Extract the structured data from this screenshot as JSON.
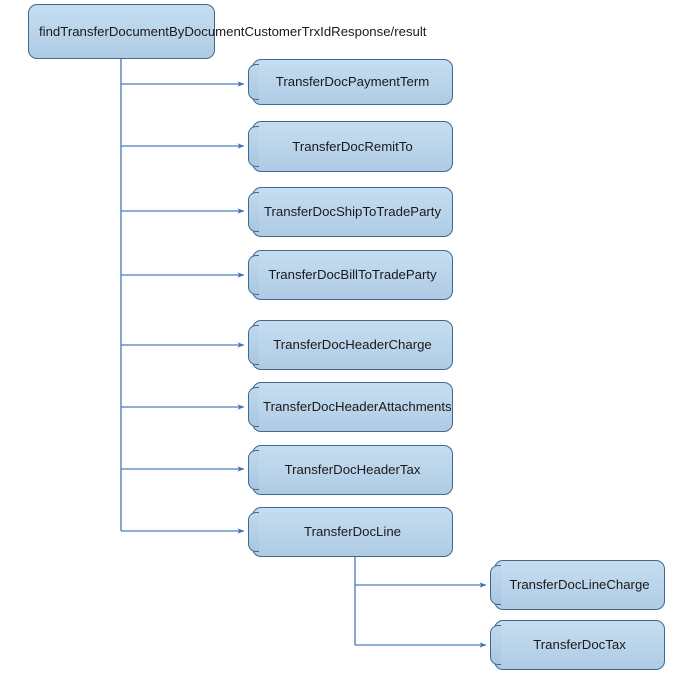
{
  "diagram": {
    "title": "findTransferDocumentByDocumentCustomerTrxIdResponse/result structure",
    "type": "tree-hierarchy",
    "colors": {
      "node_fill": "#bcd6ea",
      "node_border": "#40698f",
      "edge_line": "#4a7ebb",
      "background": "#ffffff",
      "text": "#1a1a1a"
    },
    "root": {
      "id": "root",
      "label": "findTransferDocumentByDocumentCustomerTrxIdResponse/result"
    },
    "nodes": [
      {
        "id": "root",
        "label": "findTransferDocumentByDocumentCustomerTrxIdResponse/result",
        "level": 0
      },
      {
        "id": "payment-term",
        "label": "TransferDocPaymentTerm",
        "level": 1
      },
      {
        "id": "remit-to",
        "label": "TransferDocRemitTo",
        "level": 1
      },
      {
        "id": "ship-to-trade",
        "label": "TransferDocShipToTradeParty",
        "level": 1
      },
      {
        "id": "bill-to-trade",
        "label": "TransferDocBillToTradeParty",
        "level": 1
      },
      {
        "id": "header-charge",
        "label": "TransferDocHeaderCharge",
        "level": 1
      },
      {
        "id": "header-attachments",
        "label": "TransferDocHeaderAttachments",
        "level": 1
      },
      {
        "id": "header-tax",
        "label": "TransferDocHeaderTax",
        "level": 1
      },
      {
        "id": "line",
        "label": "TransferDocLine",
        "level": 1
      },
      {
        "id": "line-charge",
        "label": "TransferDocLineCharge",
        "level": 2
      },
      {
        "id": "tax",
        "label": "TransferDocTax",
        "level": 2
      }
    ],
    "edges": [
      {
        "from": "root",
        "to": "payment-term"
      },
      {
        "from": "root",
        "to": "remit-to"
      },
      {
        "from": "root",
        "to": "ship-to-trade"
      },
      {
        "from": "root",
        "to": "bill-to-trade"
      },
      {
        "from": "root",
        "to": "header-charge"
      },
      {
        "from": "root",
        "to": "header-attachments"
      },
      {
        "from": "root",
        "to": "header-tax"
      },
      {
        "from": "root",
        "to": "line"
      },
      {
        "from": "line",
        "to": "line-charge"
      },
      {
        "from": "line",
        "to": "tax"
      }
    ]
  }
}
